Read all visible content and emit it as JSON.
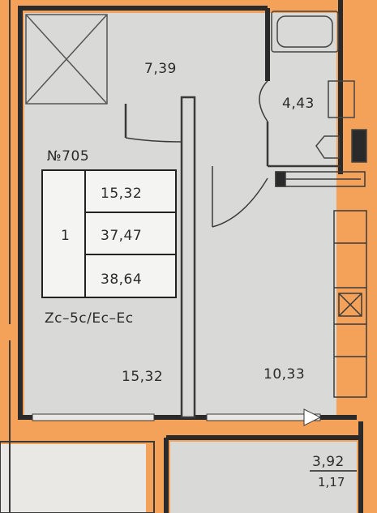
{
  "plan": {
    "colors": {
      "paper": "#e9e8e4",
      "orange": "#f4a259",
      "wall": "#2a2a2a",
      "floor": "#d9d9d7",
      "line": "#3a3a3a"
    },
    "rooms": [
      {
        "id": "hall",
        "area": "7,39"
      },
      {
        "id": "bathroom",
        "area": "4,43"
      },
      {
        "id": "living",
        "area": "15,32"
      },
      {
        "id": "kitchen",
        "area": "10,33"
      },
      {
        "id": "balcony",
        "area": "3,92"
      }
    ],
    "balcony_sub": "1,17",
    "apartment": {
      "number": "№705",
      "rooms_count": "1",
      "living_area": "15,32",
      "total_area": "37,47",
      "total_with_balcony": "38,64",
      "finish_code": "Zc–5c/Ec–Ec"
    }
  }
}
